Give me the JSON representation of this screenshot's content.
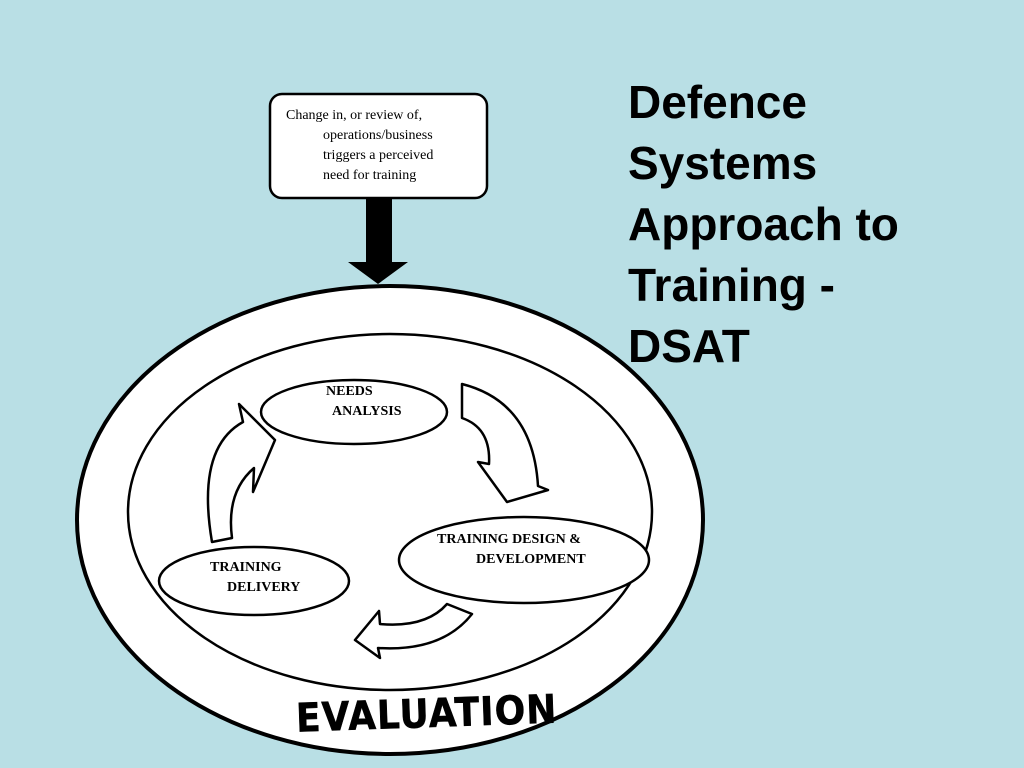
{
  "title_lines": [
    "Defence",
    "Systems",
    "Approach to",
    "Training -",
    "DSAT"
  ],
  "trigger": {
    "lines": [
      "Change in, or review of,",
      "operations/business",
      "triggers a perceived",
      "need for training"
    ]
  },
  "cycle": {
    "needs_analysis": [
      "NEEDS",
      "ANALYSIS"
    ],
    "design_development": [
      "TRAINING DESIGN &",
      "DEVELOPMENT"
    ],
    "delivery": [
      "TRAINING",
      "DELIVERY"
    ]
  },
  "outer_label": "EVALUATION",
  "colors": {
    "background": "#b9dfe5",
    "stroke": "#000000",
    "fill": "#ffffff"
  }
}
